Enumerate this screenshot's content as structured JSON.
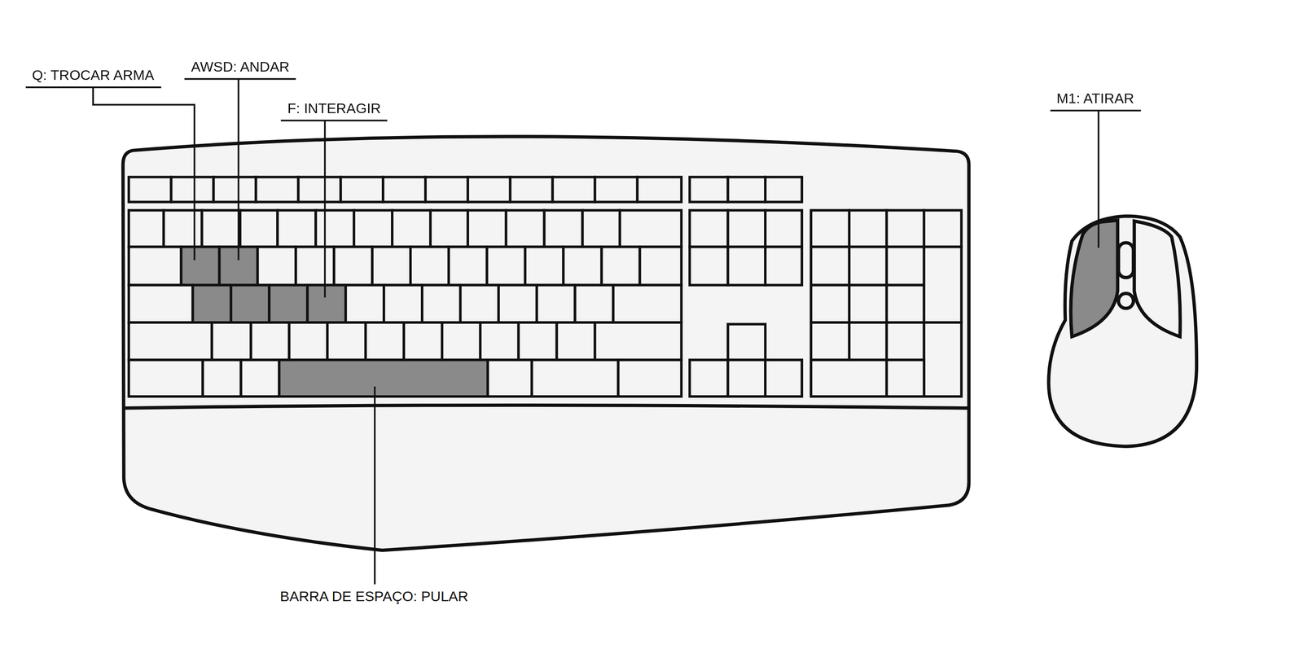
{
  "diagram": {
    "labels": [
      "Q: TROCAR ARMA",
      "AWSD: ANDAR",
      "F: INTERAGIR",
      "M1: ATIRAR",
      "BARRA DE ESPAÇO: PULAR"
    ]
  }
}
